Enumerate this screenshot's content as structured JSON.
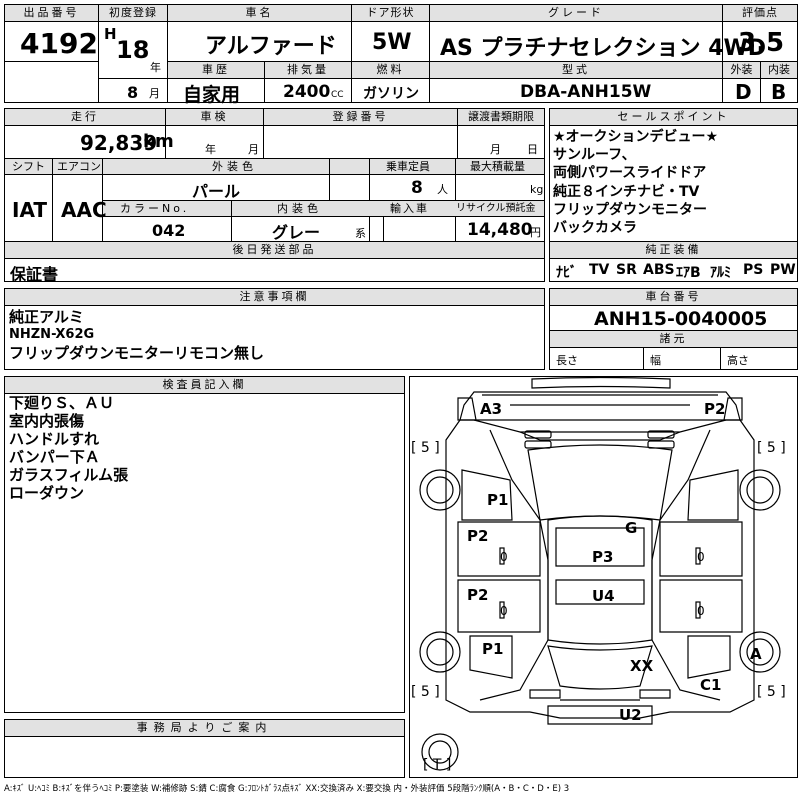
{
  "header_labels": {
    "lot": "出品番号",
    "first_reg": "初度登録",
    "car_name": "車名",
    "door": "ドア形状",
    "grade": "グレード",
    "score": "評価点",
    "history": "車歴",
    "displacement": "排気量",
    "fuel": "燃料",
    "model": "型式",
    "exterior": "外装",
    "interior": "内装",
    "era_mark": "H",
    "year_unit": "年",
    "month_unit": "月",
    "cc_unit": "CC"
  },
  "vehicle": {
    "lot_number": "4192",
    "first_reg_year": "18",
    "first_reg_month": "8",
    "car_name": "アルファード",
    "door": "5W",
    "grade": "AS プラチナセレクション 4WD",
    "score": "3.5",
    "history": "自家用",
    "displacement": "2400",
    "fuel": "ガソリン",
    "model": "DBA-ANH15W",
    "exterior_grade": "D",
    "interior_grade": "B"
  },
  "row2_labels": {
    "mileage": "走行",
    "inspection": "車検",
    "registration": "登録番号",
    "transfer_deadline": "譲渡書類期限",
    "sales_points": "セールスポイント",
    "km_unit": "km",
    "year_unit": "年",
    "month_unit": "月",
    "day_unit": "日"
  },
  "mileage": "92,839",
  "row3_labels": {
    "shift": "シフト",
    "aircon": "エアコン",
    "exterior_color": "外装色",
    "capacity": "乗車定員",
    "max_load": "最大積載量",
    "color_no": "カラーNo.",
    "interior_color": "内装色",
    "import": "輸入車",
    "recycle": "リサイクル預託金",
    "person_unit": "人",
    "kg_unit": "kg",
    "kei_unit": "系",
    "yen_unit": "円"
  },
  "specs": {
    "shift": "IAT",
    "aircon": "AAC",
    "exterior_color": "パール",
    "capacity": "8",
    "color_no": "042",
    "interior_color": "グレー",
    "recycle_fee": "14,480"
  },
  "sales_points": [
    "★オークションデビュー★",
    "サンルーフ、",
    "両側パワースライドドア",
    "純正８インチナビ・TV",
    "フリップダウンモニター",
    "バックカメラ"
  ],
  "later_parts": {
    "label": "後日発送部品",
    "value": "保証書"
  },
  "equipment": {
    "label": "純正装備",
    "items": [
      "ﾅﾋﾞ",
      "TV",
      "SR",
      "ABS",
      "ｴｱB",
      "ｱﾙﾐ",
      "PS",
      "PW"
    ]
  },
  "notes": {
    "label": "注意事項欄",
    "lines": [
      "純正アルミ",
      "NHZN-X62G",
      "フリップダウンモニターリモコン無し"
    ]
  },
  "chassis": {
    "label": "車台番号",
    "value": "ANH15-0040005",
    "dims_label": "諸元",
    "length": "長さ",
    "width": "幅",
    "height": "高さ"
  },
  "inspector": {
    "label": "検査員記入欄",
    "lines": [
      "下廻りＳ、ＡＵ",
      "室内内張傷",
      "ハンドルすれ",
      "バンパー下Ａ",
      "ガラスフィルム張",
      "ローダウン"
    ]
  },
  "office": {
    "label": "事務局よりご案内"
  },
  "diagram": {
    "damage_codes": [
      "A3",
      "P2",
      "P1",
      "G",
      "P2",
      "P3",
      "P2",
      "U4",
      "P1",
      "XX",
      "A",
      "C1",
      "U2"
    ],
    "tire_marks": [
      "[ 5 ]",
      "[ 5 ]",
      "[ 5 ]",
      "[ 5 ]",
      "[ T ]"
    ],
    "zero": "0"
  },
  "footer": "A:ｷｽﾞ U:ﾍｺﾐ B:ｷｽﾞを伴うﾍｺﾐ P:要塗装 W:補修跡 S:錆 C:腐食 G:ﾌﾛﾝﾄｶﾞﾗｽ点ｷｽﾞ XX:交換済み X:要交換 内・外装評価 5段階ﾗﾝｸ順(A・B・C・D・E) 3"
}
